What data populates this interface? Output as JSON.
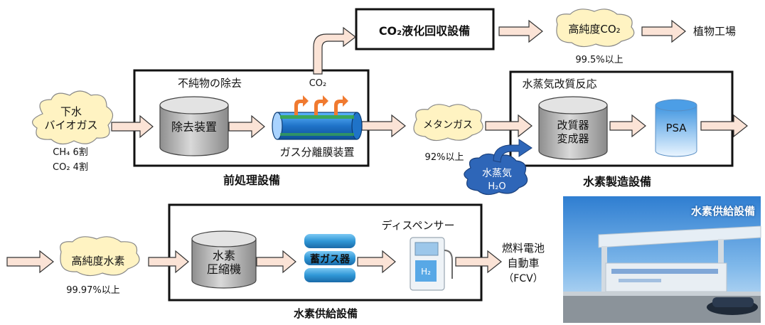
{
  "pretreatment": {
    "title": "前処理設備",
    "impurity_label": "不純物の除去",
    "removal_unit": "除去装置",
    "membrane_unit": "ガス分離膜装置",
    "co2_out": "CO₂"
  },
  "biogas": {
    "line1": "下水",
    "line2": "バイオガス",
    "ch4": "CH₄  6割",
    "co2": "CO₂  4割"
  },
  "co2_recovery": {
    "box_label": "CO₂液化回収設備",
    "high_purity": "高純度CO₂",
    "purity": "99.5%以上",
    "destination": "植物工場"
  },
  "methane": {
    "label": "メタンガス",
    "purity": "92%以上"
  },
  "hydrogen_production": {
    "title": "水素製造設備",
    "reaction_label": "水蒸気改質反応",
    "reformer_line1": "改質器",
    "reformer_line2": "変成器",
    "psa": "PSA",
    "steam_line1": "水蒸気",
    "steam_line2": "H₂O"
  },
  "hydrogen_supply": {
    "title": "水素供給設備",
    "high_purity": "高純度水素",
    "purity": "99.97%以上",
    "compressor_line1": "水素",
    "compressor_line2": "圧縮機",
    "storage": "蓄ガス器",
    "dispenser": "ディスペンサー",
    "dispenser_mark": "H₂",
    "fcv_line1": "燃料電池",
    "fcv_line2": "自動車",
    "fcv_line3": "（FCV）"
  },
  "photo": {
    "label": "水素供給設備"
  },
  "colors": {
    "arrow_fill": "#fbe3d6",
    "cloud_fill": "#fff3c2",
    "steam_cloud": "#2e66b8",
    "membrane_blue": "#2f6fd0",
    "membrane_green": "#3aa84a",
    "co2_arrow": "#f07a30",
    "psa_blue": "#5aa9ea",
    "storage_blue": "#3ba7e2"
  }
}
